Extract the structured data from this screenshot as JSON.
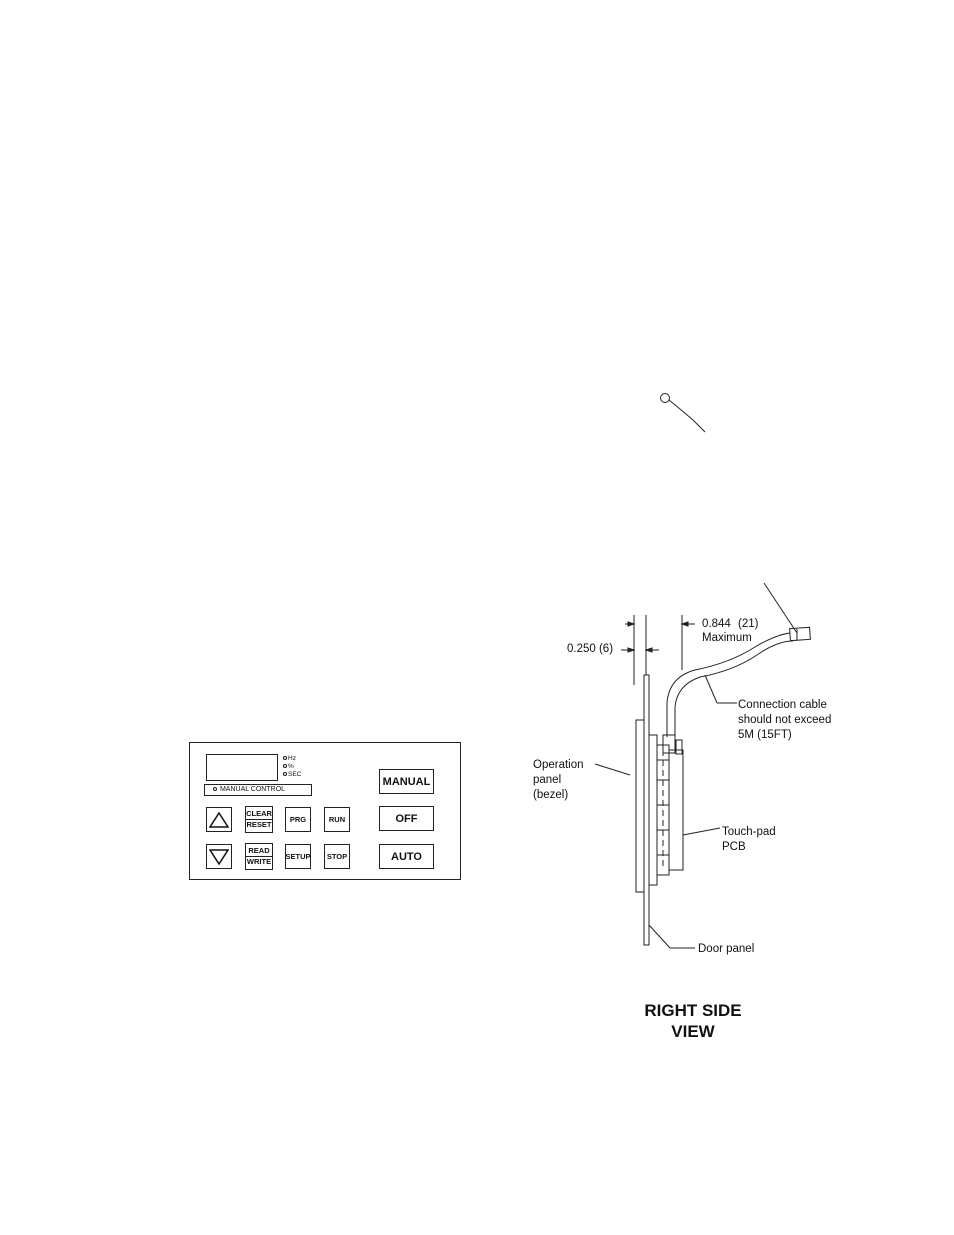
{
  "keypad": {
    "units": [
      "Hz",
      "%",
      "SEC"
    ],
    "manual_control_label": "MANUAL CONTROL",
    "keys": {
      "clear_reset": [
        "CLEAR",
        "RESET"
      ],
      "read_write": [
        "READ",
        "WRITE"
      ],
      "prg": "PRG",
      "run": "RUN",
      "setup": "SETUP",
      "stop": "STOP",
      "manual": "MANUAL",
      "off": "OFF",
      "auto": "AUTO"
    },
    "icons": {
      "up": "up-triangle-icon",
      "down": "down-triangle-icon"
    }
  },
  "side_view": {
    "dim_bezel": "0.250 (6)",
    "dim_max_value": "0.844",
    "dim_max_metric": "(21)",
    "dim_max_word": "Maximum",
    "cable_note": [
      "Connection cable",
      "should not exceed",
      "5M (15FT)"
    ],
    "operation_panel": [
      "Operation",
      "panel",
      "(bezel)"
    ],
    "pcb": [
      "Touch-pad",
      "PCB"
    ],
    "door_panel": "Door panel",
    "title": [
      "RIGHT SIDE",
      "VIEW"
    ]
  }
}
